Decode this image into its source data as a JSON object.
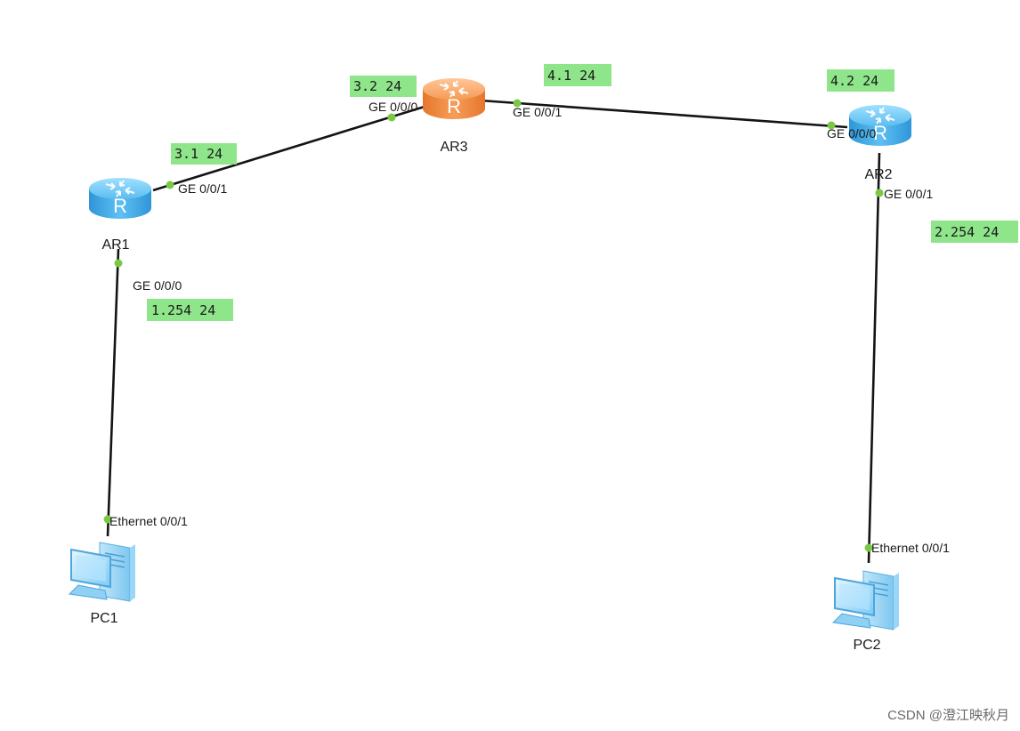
{
  "devices": {
    "ar1": {
      "label": "AR1",
      "kind": "router",
      "color": "blue"
    },
    "ar2": {
      "label": "AR2",
      "kind": "router",
      "color": "blue"
    },
    "ar3": {
      "label": "AR3",
      "kind": "router",
      "color": "orange"
    },
    "pc1": {
      "label": "PC1",
      "kind": "pc"
    },
    "pc2": {
      "label": "PC2",
      "kind": "pc"
    }
  },
  "ports": {
    "ar1_ge001": "GE 0/0/1",
    "ar1_ge000": "GE 0/0/0",
    "ar3_ge000": "GE 0/0/0",
    "ar3_ge001": "GE 0/0/1",
    "ar2_ge000": "GE 0/0/0",
    "ar2_ge001": "GE 0/0/1",
    "pc1_eth": "Ethernet 0/0/1",
    "pc2_eth": "Ethernet 0/0/1"
  },
  "ip_labels": {
    "ar1_up": "3.1 24",
    "ar1_down": "1.254 24",
    "ar3_left": "3.2 24",
    "ar3_right": "4.1 24",
    "ar2_left": "4.2 24",
    "ar2_down": "2.254 24"
  },
  "links": [
    {
      "from": "AR1",
      "to": "AR3"
    },
    {
      "from": "AR3",
      "to": "AR2"
    },
    {
      "from": "AR1",
      "to": "PC1"
    },
    {
      "from": "AR2",
      "to": "PC2"
    }
  ],
  "colors": {
    "ip_highlight": "#8fe58a",
    "port_dot": "#7ac943",
    "router_blue": "#4fb3ee",
    "router_orange": "#f4934a",
    "link": "#141414"
  },
  "watermark": "CSDN @澄江映秋月"
}
